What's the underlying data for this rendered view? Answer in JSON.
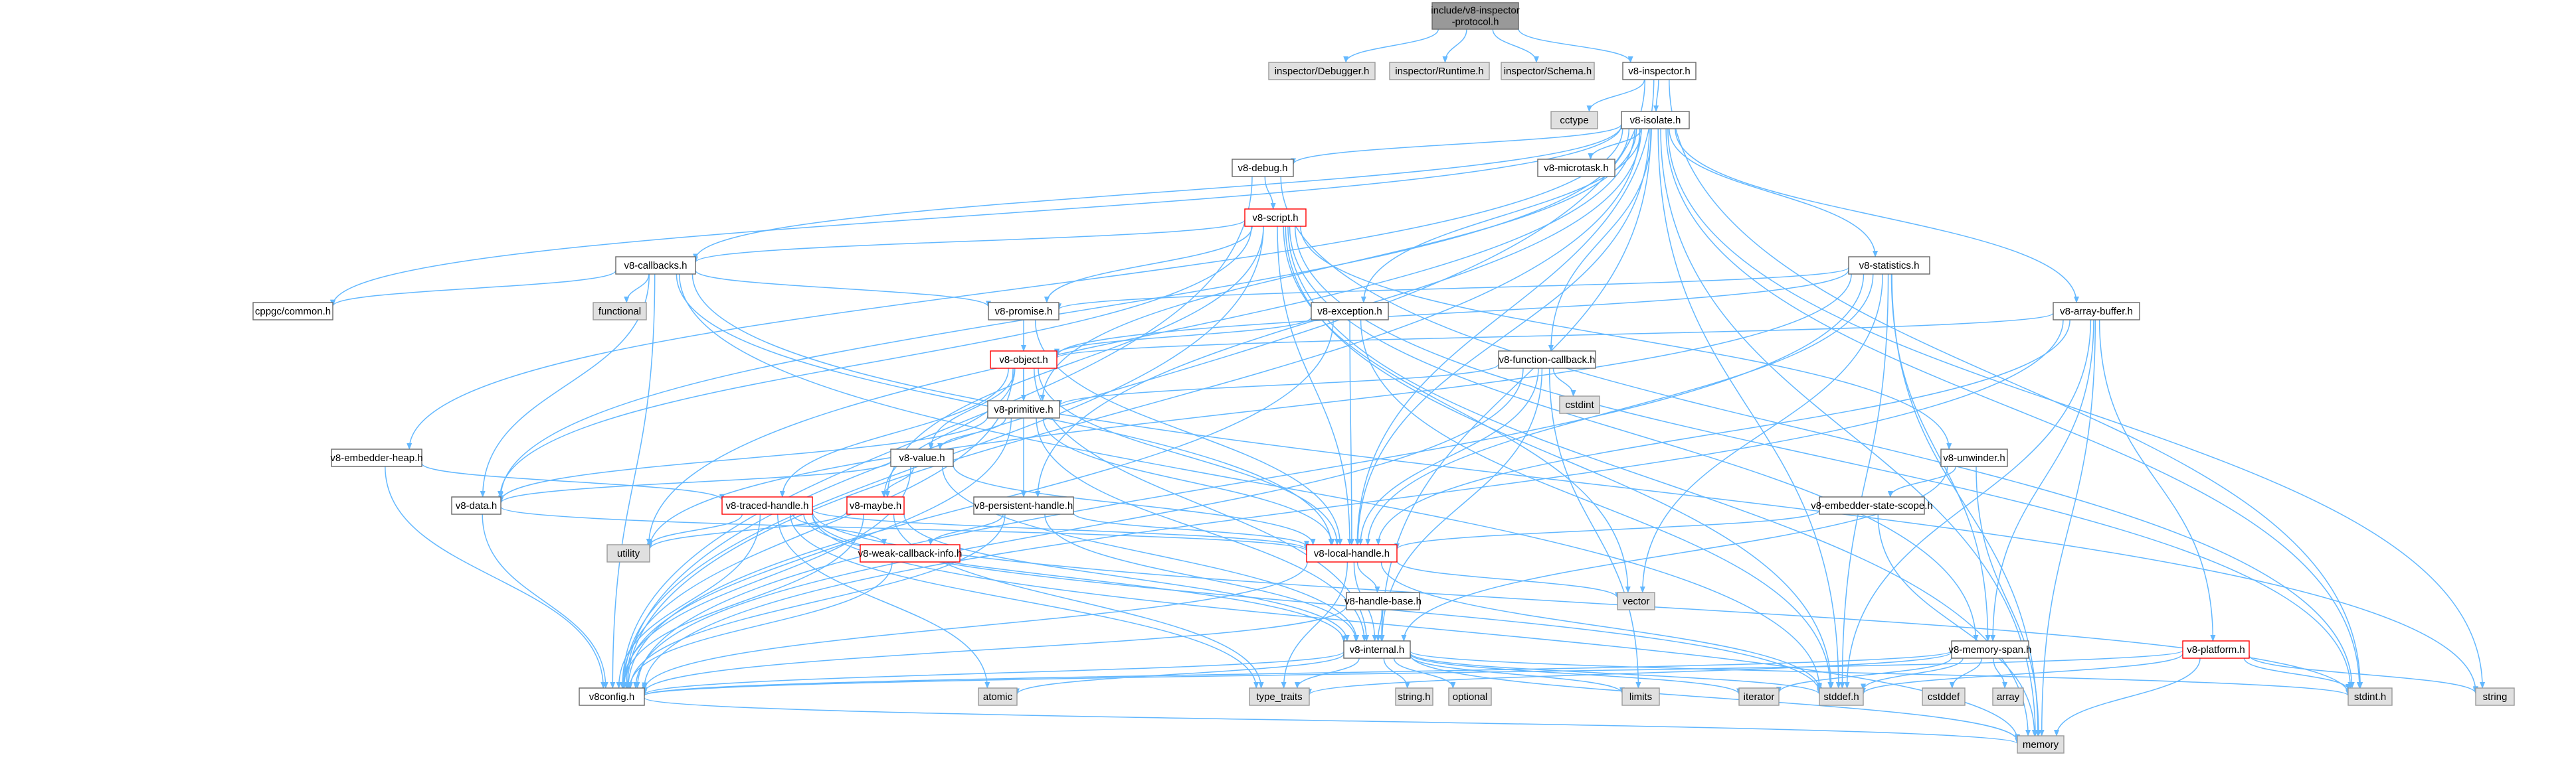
{
  "nodes": [
    {
      "id": "root",
      "lines": [
        "include/v8-inspector",
        "-protocol.h"
      ],
      "style": "root"
    },
    {
      "id": "dbg",
      "lines": [
        "inspector/Debugger.h"
      ],
      "style": "ext"
    },
    {
      "id": "rt",
      "lines": [
        "inspector/Runtime.h"
      ],
      "style": "ext"
    },
    {
      "id": "sch",
      "lines": [
        "inspector/Schema.h"
      ],
      "style": "ext"
    },
    {
      "id": "insp",
      "lines": [
        "v8-inspector.h"
      ],
      "style": "doc"
    },
    {
      "id": "cctype",
      "lines": [
        "cctype"
      ],
      "style": "ext"
    },
    {
      "id": "iso",
      "lines": [
        "v8-isolate.h"
      ],
      "style": "doc"
    },
    {
      "id": "debug",
      "lines": [
        "v8-debug.h"
      ],
      "style": "doc"
    },
    {
      "id": "mtask",
      "lines": [
        "v8-microtask.h"
      ],
      "style": "doc"
    },
    {
      "id": "script",
      "lines": [
        "v8-script.h"
      ],
      "style": "red"
    },
    {
      "id": "cb",
      "lines": [
        "v8-callbacks.h"
      ],
      "style": "doc"
    },
    {
      "id": "stats",
      "lines": [
        "v8-statistics.h"
      ],
      "style": "doc"
    },
    {
      "id": "cppgc",
      "lines": [
        "cppgc/common.h"
      ],
      "style": "doc"
    },
    {
      "id": "func",
      "lines": [
        "functional"
      ],
      "style": "ext"
    },
    {
      "id": "promise",
      "lines": [
        "v8-promise.h"
      ],
      "style": "doc"
    },
    {
      "id": "exc",
      "lines": [
        "v8-exception.h"
      ],
      "style": "doc"
    },
    {
      "id": "ab",
      "lines": [
        "v8-array-buffer.h"
      ],
      "style": "doc"
    },
    {
      "id": "obj",
      "lines": [
        "v8-object.h"
      ],
      "style": "red"
    },
    {
      "id": "fcb",
      "lines": [
        "v8-function-callback.h"
      ],
      "style": "doc"
    },
    {
      "id": "cstdint",
      "lines": [
        "cstdint"
      ],
      "style": "ext"
    },
    {
      "id": "prim",
      "lines": [
        "v8-primitive.h"
      ],
      "style": "doc"
    },
    {
      "id": "eheap",
      "lines": [
        "v8-embedder-heap.h"
      ],
      "style": "doc"
    },
    {
      "id": "value",
      "lines": [
        "v8-value.h"
      ],
      "style": "doc"
    },
    {
      "id": "unw",
      "lines": [
        "v8-unwinder.h"
      ],
      "style": "doc"
    },
    {
      "id": "data",
      "lines": [
        "v8-data.h"
      ],
      "style": "doc"
    },
    {
      "id": "traced",
      "lines": [
        "v8-traced-handle.h"
      ],
      "style": "red"
    },
    {
      "id": "maybe",
      "lines": [
        "v8-maybe.h"
      ],
      "style": "red"
    },
    {
      "id": "phandle",
      "lines": [
        "v8-persistent-handle.h"
      ],
      "style": "doc"
    },
    {
      "id": "ess",
      "lines": [
        "v8-embedder-state-scope.h"
      ],
      "style": "doc"
    },
    {
      "id": "utility",
      "lines": [
        "utility"
      ],
      "style": "ext"
    },
    {
      "id": "wcb",
      "lines": [
        "v8-weak-callback-info.h"
      ],
      "style": "red"
    },
    {
      "id": "lh",
      "lines": [
        "v8-local-handle.h"
      ],
      "style": "red"
    },
    {
      "id": "vector",
      "lines": [
        "vector"
      ],
      "style": "ext"
    },
    {
      "id": "hb",
      "lines": [
        "v8-handle-base.h"
      ],
      "style": "doc"
    },
    {
      "id": "internal",
      "lines": [
        "v8-internal.h"
      ],
      "style": "doc"
    },
    {
      "id": "mspan",
      "lines": [
        "v8-memory-span.h"
      ],
      "style": "doc"
    },
    {
      "id": "plat",
      "lines": [
        "v8-platform.h"
      ],
      "style": "red"
    },
    {
      "id": "config",
      "lines": [
        "v8config.h"
      ],
      "style": "doc"
    },
    {
      "id": "atomic",
      "lines": [
        "atomic"
      ],
      "style": "ext"
    },
    {
      "id": "tt",
      "lines": [
        "type_traits"
      ],
      "style": "ext"
    },
    {
      "id": "stringh",
      "lines": [
        "string.h"
      ],
      "style": "ext"
    },
    {
      "id": "optional",
      "lines": [
        "optional"
      ],
      "style": "ext"
    },
    {
      "id": "limits",
      "lines": [
        "limits"
      ],
      "style": "ext"
    },
    {
      "id": "iterator",
      "lines": [
        "iterator"
      ],
      "style": "ext"
    },
    {
      "id": "stddef",
      "lines": [
        "stddef.h"
      ],
      "style": "ext"
    },
    {
      "id": "cstddef",
      "lines": [
        "cstddef"
      ],
      "style": "ext"
    },
    {
      "id": "array",
      "lines": [
        "array"
      ],
      "style": "ext"
    },
    {
      "id": "stdint",
      "lines": [
        "stdint.h"
      ],
      "style": "ext"
    },
    {
      "id": "string",
      "lines": [
        "string"
      ],
      "style": "ext"
    },
    {
      "id": "memory",
      "lines": [
        "memory"
      ],
      "style": "ext"
    }
  ],
  "edges": [
    [
      "root",
      "dbg"
    ],
    [
      "root",
      "rt"
    ],
    [
      "root",
      "sch"
    ],
    [
      "root",
      "insp"
    ],
    [
      "insp",
      "cctype"
    ],
    [
      "insp",
      "iso"
    ],
    [
      "insp",
      "config"
    ],
    [
      "insp",
      "lh"
    ],
    [
      "insp",
      "stdint"
    ],
    [
      "iso",
      "debug"
    ],
    [
      "iso",
      "mtask"
    ],
    [
      "iso",
      "stats"
    ],
    [
      "iso",
      "cb"
    ],
    [
      "iso",
      "cppgc"
    ],
    [
      "iso",
      "exc"
    ],
    [
      "iso",
      "ab"
    ],
    [
      "iso",
      "fcb"
    ],
    [
      "iso",
      "eheap"
    ],
    [
      "iso",
      "data"
    ],
    [
      "iso",
      "prim"
    ],
    [
      "iso",
      "phandle"
    ],
    [
      "iso",
      "lh"
    ],
    [
      "iso",
      "internal"
    ],
    [
      "iso",
      "config"
    ],
    [
      "iso",
      "utility"
    ],
    [
      "iso",
      "memory"
    ],
    [
      "iso",
      "string"
    ],
    [
      "iso",
      "stdint"
    ],
    [
      "iso",
      "stddef"
    ],
    [
      "debug",
      "script"
    ],
    [
      "debug",
      "config"
    ],
    [
      "debug",
      "stdint"
    ],
    [
      "script",
      "cb"
    ],
    [
      "script",
      "data"
    ],
    [
      "script",
      "lh"
    ],
    [
      "script",
      "maybe"
    ],
    [
      "script",
      "mspan"
    ],
    [
      "script",
      "promise"
    ],
    [
      "script",
      "config"
    ],
    [
      "script",
      "memory"
    ],
    [
      "script",
      "stddef"
    ],
    [
      "script",
      "stdint"
    ],
    [
      "script",
      "vector"
    ],
    [
      "script",
      "unw"
    ],
    [
      "cb",
      "cppgc"
    ],
    [
      "cb",
      "func"
    ],
    [
      "cb",
      "data"
    ],
    [
      "cb",
      "lh"
    ],
    [
      "cb",
      "promise"
    ],
    [
      "cb",
      "config"
    ],
    [
      "cb",
      "stddef"
    ],
    [
      "cb",
      "string"
    ],
    [
      "stats",
      "lh"
    ],
    [
      "stats",
      "promise"
    ],
    [
      "stats",
      "config"
    ],
    [
      "stats",
      "mspan"
    ],
    [
      "stats",
      "memory"
    ],
    [
      "stats",
      "stddef"
    ],
    [
      "stats",
      "utility"
    ],
    [
      "stats",
      "vector"
    ],
    [
      "stats",
      "obj"
    ],
    [
      "promise",
      "lh"
    ],
    [
      "promise",
      "obj"
    ],
    [
      "exc",
      "lh"
    ],
    [
      "exc",
      "obj"
    ],
    [
      "exc",
      "config"
    ],
    [
      "exc",
      "stddef"
    ],
    [
      "ab",
      "obj"
    ],
    [
      "ab",
      "lh"
    ],
    [
      "ab",
      "mspan"
    ],
    [
      "ab",
      "plat"
    ],
    [
      "ab",
      "config"
    ],
    [
      "ab",
      "stddef"
    ],
    [
      "ab",
      "memory"
    ],
    [
      "fcb",
      "cstdint"
    ],
    [
      "fcb",
      "prim"
    ],
    [
      "fcb",
      "lh"
    ],
    [
      "fcb",
      "internal"
    ],
    [
      "fcb",
      "config"
    ],
    [
      "fcb",
      "limits"
    ],
    [
      "obj",
      "prim"
    ],
    [
      "obj",
      "value"
    ],
    [
      "obj",
      "maybe"
    ],
    [
      "obj",
      "traced"
    ],
    [
      "obj",
      "phandle"
    ],
    [
      "obj",
      "lh"
    ],
    [
      "obj",
      "internal"
    ],
    [
      "obj",
      "config"
    ],
    [
      "prim",
      "data"
    ],
    [
      "prim",
      "value"
    ],
    [
      "prim",
      "lh"
    ],
    [
      "prim",
      "internal"
    ],
    [
      "prim",
      "config"
    ],
    [
      "value",
      "data"
    ],
    [
      "value",
      "maybe"
    ],
    [
      "value",
      "lh"
    ],
    [
      "value",
      "internal"
    ],
    [
      "value",
      "config"
    ],
    [
      "eheap",
      "traced"
    ],
    [
      "eheap",
      "config"
    ],
    [
      "unw",
      "ess"
    ],
    [
      "unw",
      "internal"
    ],
    [
      "unw",
      "memory"
    ],
    [
      "data",
      "lh"
    ],
    [
      "data",
      "config"
    ],
    [
      "traced",
      "wcb"
    ],
    [
      "traced",
      "lh"
    ],
    [
      "traced",
      "internal"
    ],
    [
      "traced",
      "config"
    ],
    [
      "traced",
      "atomic"
    ],
    [
      "traced",
      "memory"
    ],
    [
      "traced",
      "tt"
    ],
    [
      "traced",
      "utility"
    ],
    [
      "traced",
      "stddef"
    ],
    [
      "traced",
      "stdint"
    ],
    [
      "maybe",
      "internal"
    ],
    [
      "maybe",
      "config"
    ],
    [
      "maybe",
      "tt"
    ],
    [
      "maybe",
      "utility"
    ],
    [
      "phandle",
      "wcb"
    ],
    [
      "phandle",
      "lh"
    ],
    [
      "phandle",
      "internal"
    ],
    [
      "phandle",
      "config"
    ],
    [
      "ess",
      "lh"
    ],
    [
      "ess",
      "memory"
    ],
    [
      "wcb",
      "config"
    ],
    [
      "lh",
      "hb"
    ],
    [
      "lh",
      "internal"
    ],
    [
      "lh",
      "config"
    ],
    [
      "lh",
      "tt"
    ],
    [
      "lh",
      "vector"
    ],
    [
      "lh",
      "stddef"
    ],
    [
      "hb",
      "internal"
    ],
    [
      "hb",
      "config"
    ],
    [
      "internal",
      "config"
    ],
    [
      "internal",
      "atomic"
    ],
    [
      "internal",
      "tt"
    ],
    [
      "internal",
      "stringh"
    ],
    [
      "internal",
      "optional"
    ],
    [
      "internal",
      "limits"
    ],
    [
      "internal",
      "iterator"
    ],
    [
      "internal",
      "stddef"
    ],
    [
      "internal",
      "stdint"
    ],
    [
      "internal",
      "memory"
    ],
    [
      "mspan",
      "config"
    ],
    [
      "mspan",
      "stddef"
    ],
    [
      "mspan",
      "cstddef"
    ],
    [
      "mspan",
      "array"
    ],
    [
      "mspan",
      "iterator"
    ],
    [
      "mspan",
      "tt"
    ],
    [
      "plat",
      "stddef"
    ],
    [
      "plat",
      "stdint"
    ],
    [
      "plat",
      "string"
    ],
    [
      "plat",
      "memory"
    ],
    [
      "plat",
      "config"
    ],
    [
      "config",
      "memory"
    ]
  ],
  "styles": {
    "root": {
      "fill": "#999999",
      "stroke": "#666666"
    },
    "doc": {
      "fill": "#ffffff",
      "stroke": "#666666"
    },
    "red": {
      "fill": "#ffffff",
      "stroke": "#ff0000"
    },
    "ext": {
      "fill": "#e0e0e0",
      "stroke": "#999999"
    },
    "edge": "#63b8ff"
  }
}
